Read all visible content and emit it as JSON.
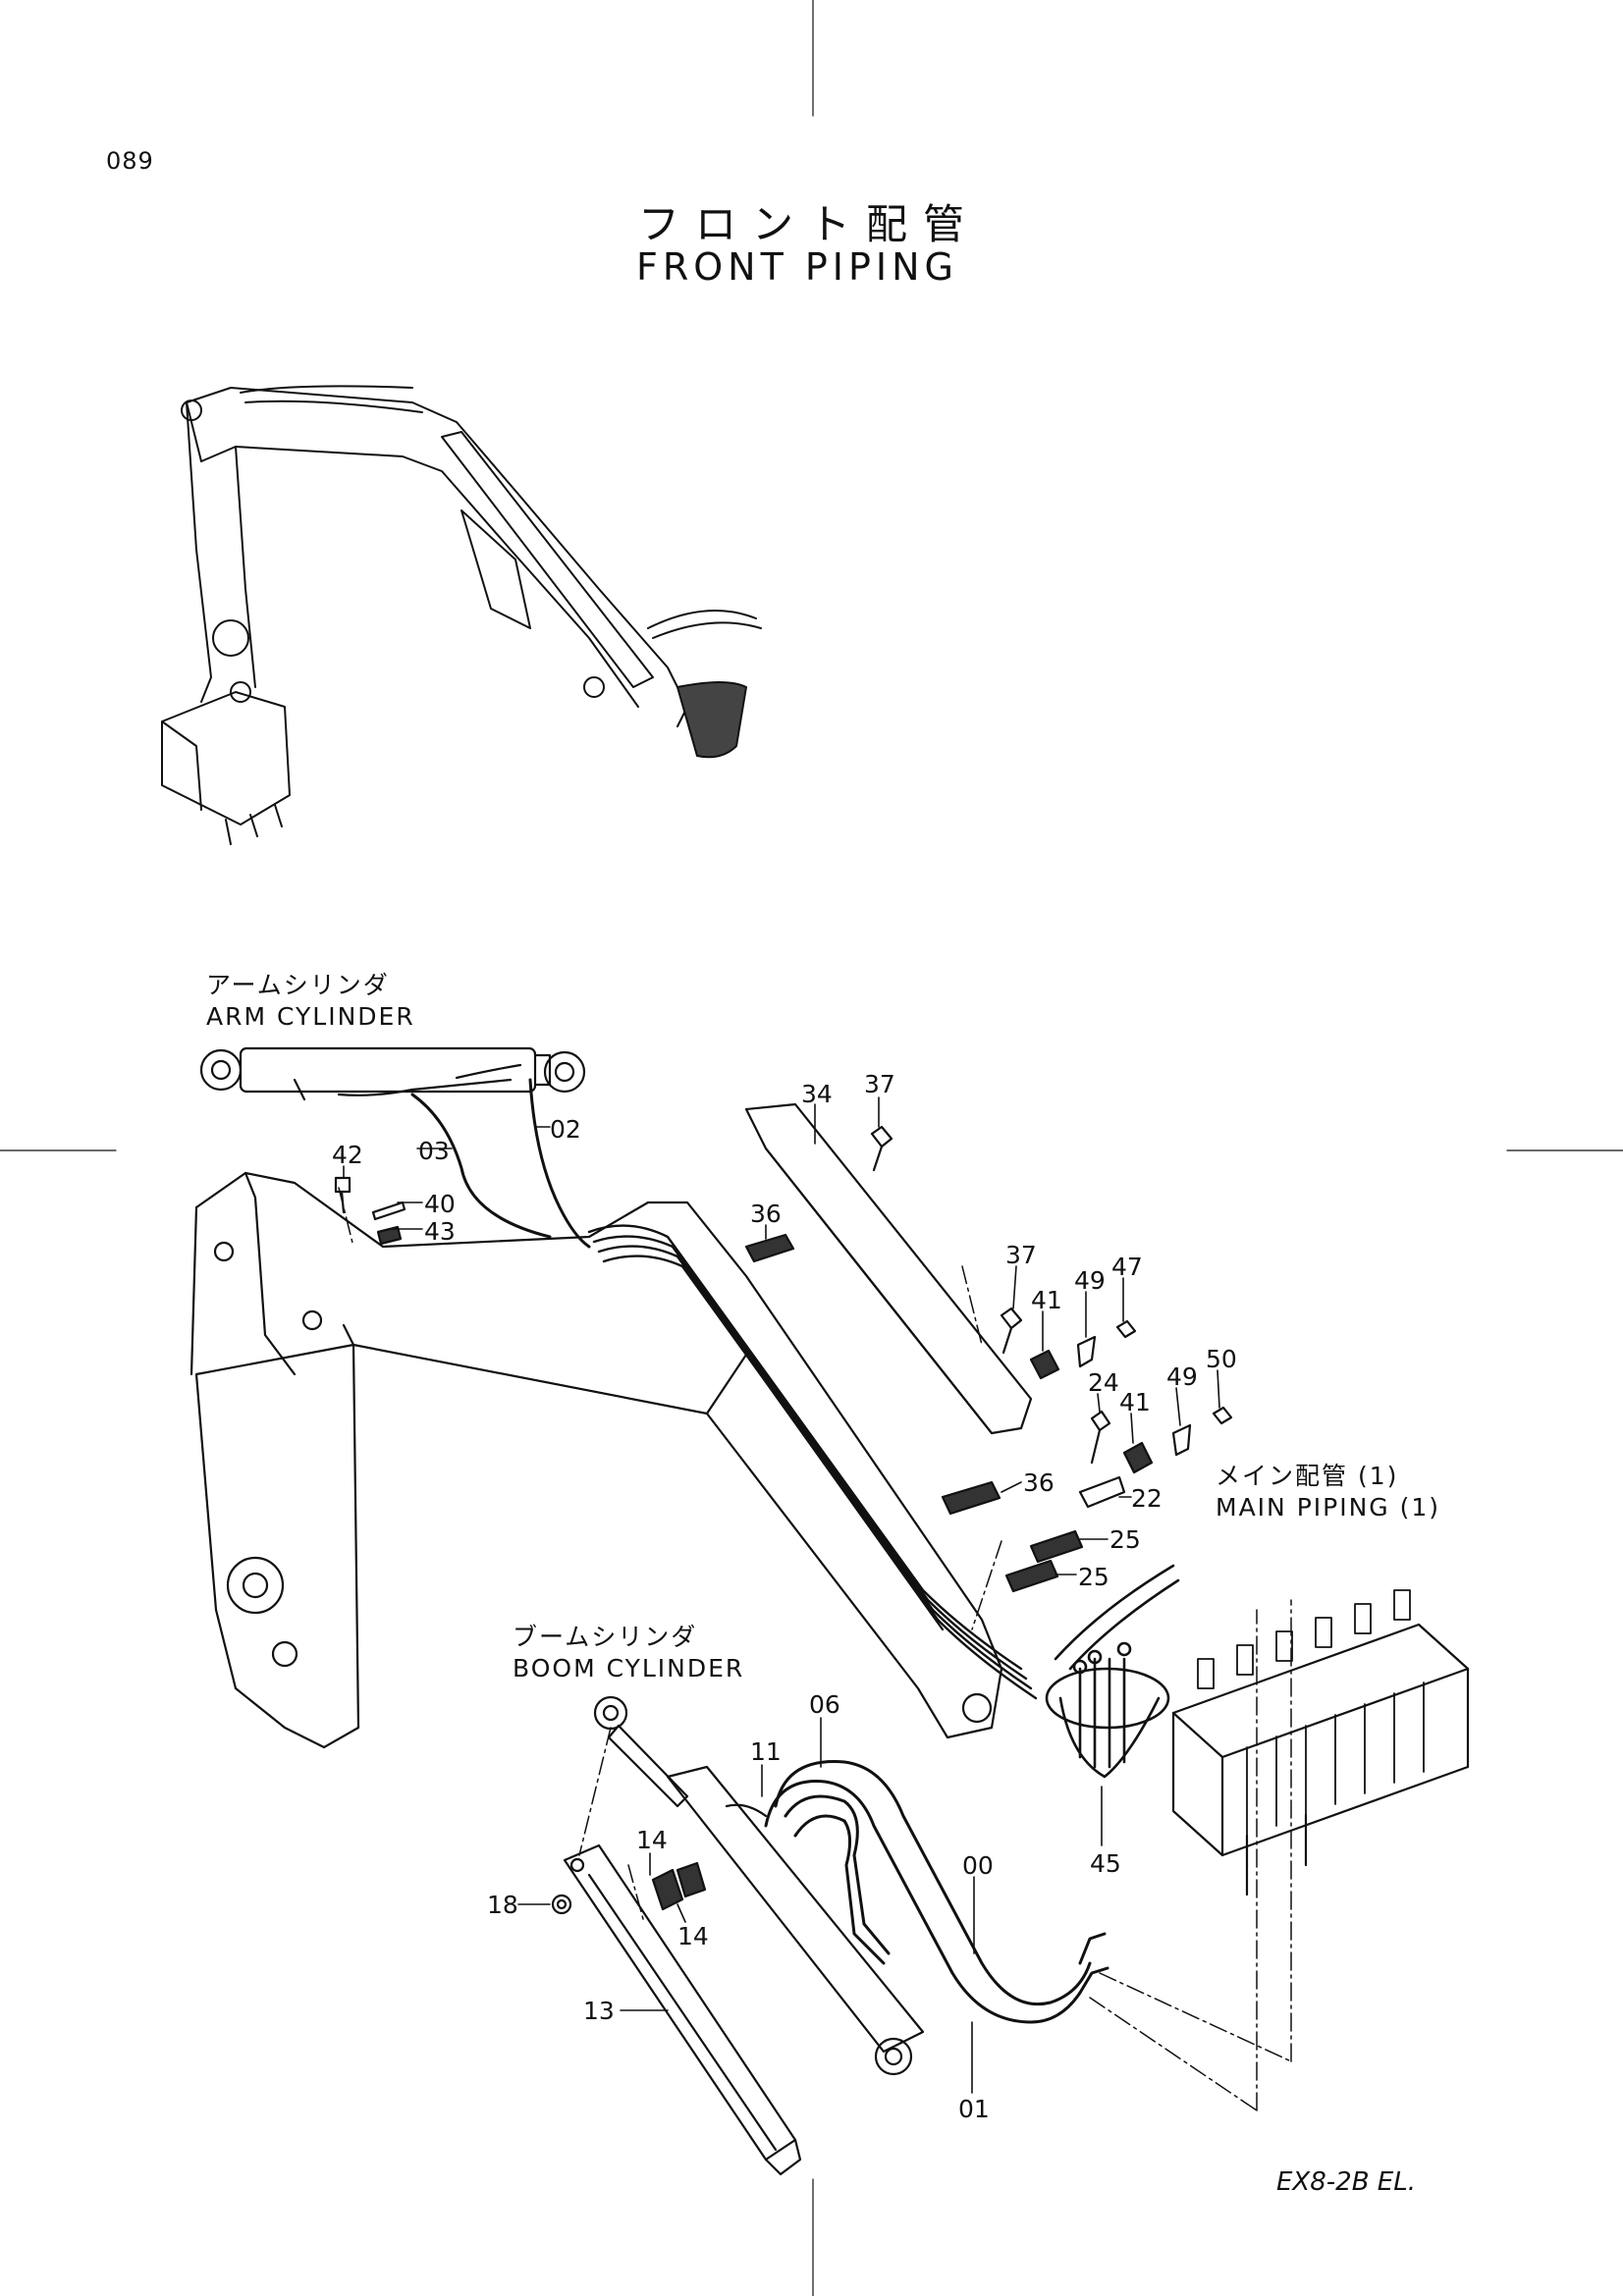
{
  "page": {
    "number": "089",
    "model_code": "EX8-2B EL."
  },
  "title": {
    "ja": "フロント配管",
    "en": "FRONT PIPING"
  },
  "groups": {
    "arm_cylinder": {
      "ja": "アームシリンダ",
      "en": "ARM CYLINDER"
    },
    "boom_cylinder": {
      "ja": "ブームシリンダ",
      "en": "BOOM CYLINDER"
    },
    "main_piping": {
      "ja": "メイン配管 (1)",
      "en": "MAIN PIPING (1)"
    }
  },
  "callouts": [
    "00",
    "01",
    "02",
    "03",
    "06",
    "11",
    "13",
    "14",
    "14",
    "18",
    "22",
    "24",
    "25",
    "25",
    "34",
    "36",
    "36",
    "37",
    "37",
    "40",
    "41",
    "41",
    "42",
    "43",
    "45",
    "47",
    "49",
    "49",
    "50"
  ]
}
